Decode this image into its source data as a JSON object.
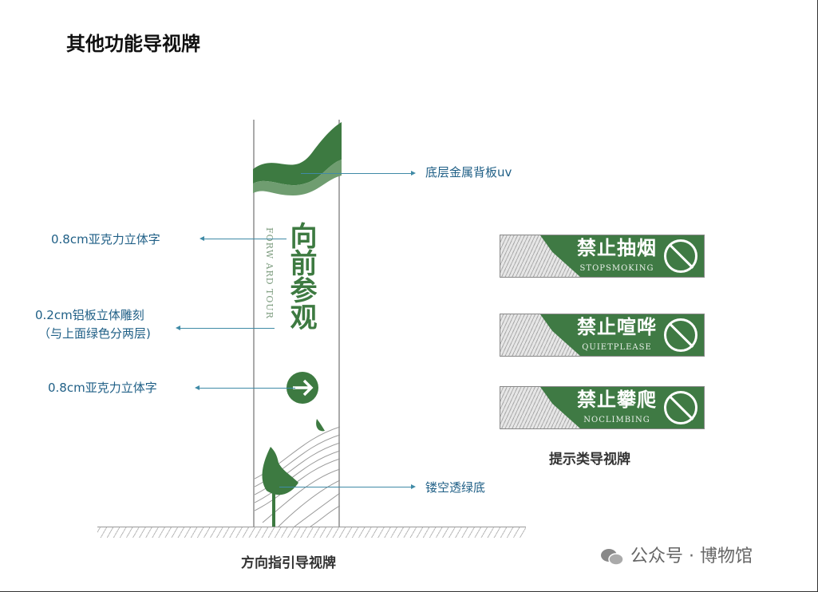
{
  "title": "其他功能导视牌",
  "pillar": {
    "text": "向前参观",
    "english": "FORW ARD TOUR",
    "caption": "方向指引导视牌"
  },
  "annotations": {
    "metal_back": "底层金属背板uv",
    "acrylic_1": "0.8cm亚克力立体字",
    "aluminum_line1": "0.2cm铝板立体雕刻",
    "aluminum_line2": "（与上面绿色分两层)",
    "acrylic_2": "0.8cm亚克力立体字",
    "hollow": "镂空透绿底"
  },
  "signs": [
    {
      "cn": "禁止抽烟",
      "en": "STOPSMOKING",
      "icon": "no-smoking-icon"
    },
    {
      "cn": "禁止喧哗",
      "en": "QUIETPLEASE",
      "icon": "quiet-please-icon"
    },
    {
      "cn": "禁止攀爬",
      "en": "NOCLIMBING",
      "icon": "no-climbing-icon"
    }
  ],
  "signs_caption": "提示类导视牌",
  "watermark": "公众号 · 博物馆",
  "colors": {
    "green": "#3f7a44",
    "annotation": "#1f5f86"
  }
}
